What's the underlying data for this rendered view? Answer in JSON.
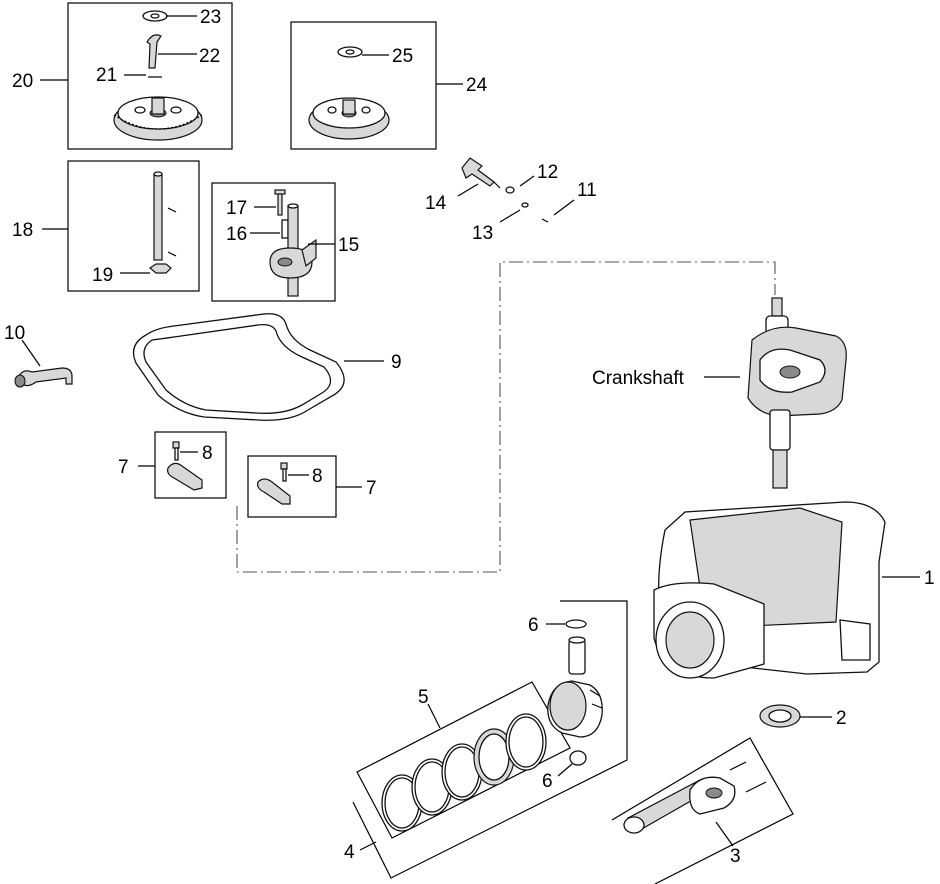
{
  "callouts": {
    "c1": "1",
    "c2": "2",
    "c3": "3",
    "c4": "4",
    "c5": "5",
    "c6a": "6",
    "c6b": "6",
    "c7a": "7",
    "c7b": "7",
    "c8a": "8",
    "c8b": "8",
    "c9": "9",
    "c10": "10",
    "c11": "11",
    "c12": "12",
    "c13": "13",
    "c14": "14",
    "c15": "15",
    "c16": "16",
    "c17": "17",
    "c18": "18",
    "c19": "19",
    "c20": "20",
    "c21": "21",
    "c22": "22",
    "c23": "23",
    "c24": "24",
    "c25": "25"
  },
  "labels": {
    "crankshaft": "Crankshaft"
  }
}
